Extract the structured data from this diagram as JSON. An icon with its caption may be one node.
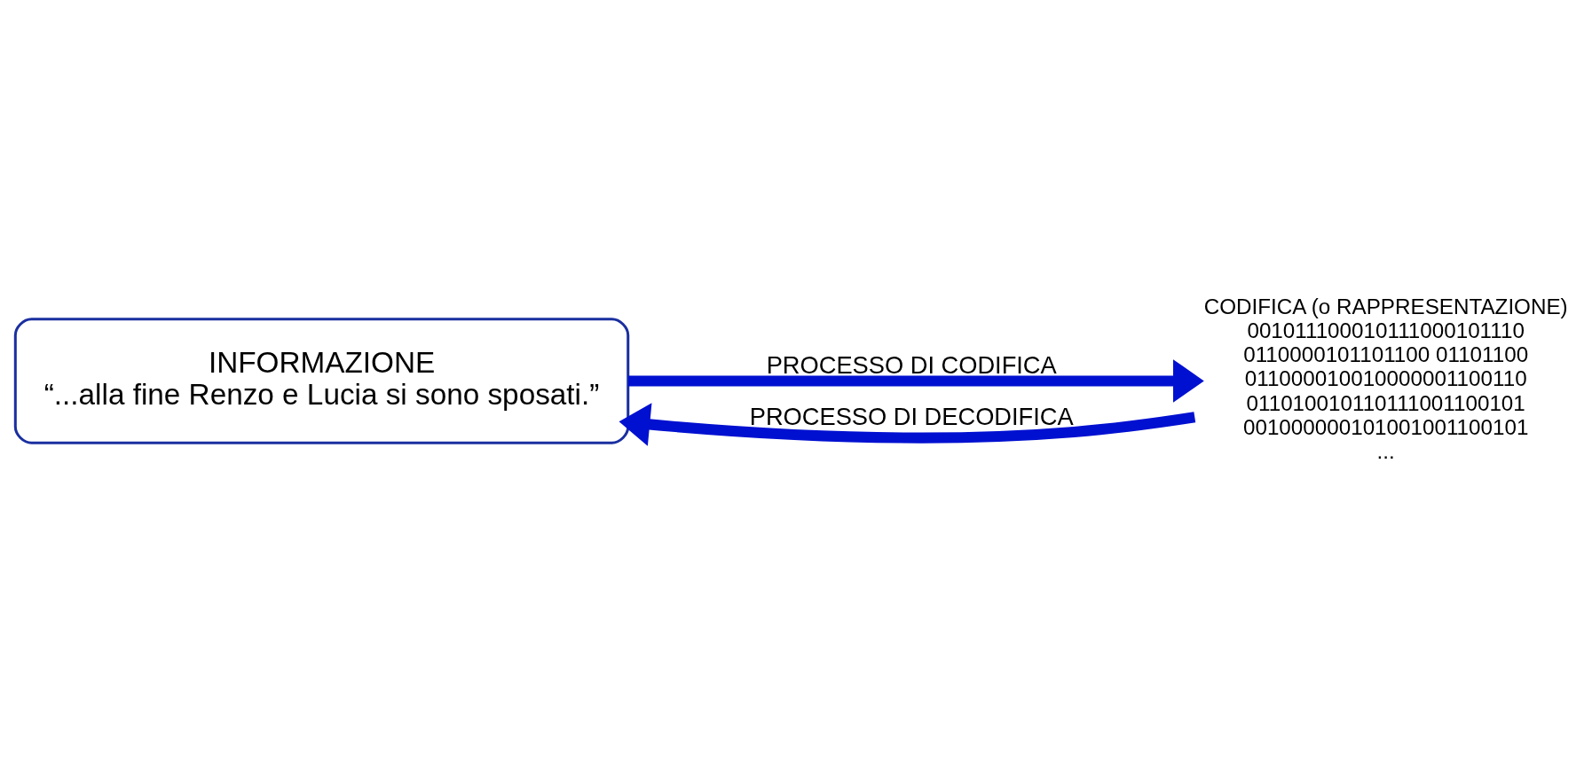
{
  "diagram": {
    "nodes": [
      {
        "text": [
          "INFORMAZIONE",
          "“...alla fine Renzo e Lucia si sono sposati.”"
        ]
      },
      {
        "text": [
          "CODIFICA (o RAPPRESENTAZIONE)",
          "001011100010111000101110",
          "0110000101101100 01101100",
          "011000010010000001100110",
          "011010010110111001100101",
          "001000000101001001100101",
          "..."
        ]
      }
    ],
    "edges": [
      {
        "from": 0,
        "to": 1,
        "arrow": "to",
        "label": "PROCESSO DI CODIFICA"
      },
      {
        "from": 1,
        "to": 0,
        "arrow": "to",
        "label": "PROCESSO DI DECODIFICA"
      }
    ]
  }
}
